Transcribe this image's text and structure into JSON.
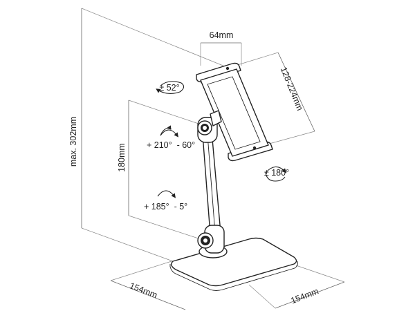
{
  "labels": {
    "max_height": "max. 302mm",
    "clamp_width": "64mm",
    "clamp_range": "128-224mm",
    "tilt": "± 52°",
    "arm_height": "180mm",
    "upper_joint": "+ 210°  - 60°",
    "lower_joint": "+ 185°  - 5°",
    "rotation": "± 180°",
    "base_depth": "154mm",
    "base_width": "154mm"
  }
}
